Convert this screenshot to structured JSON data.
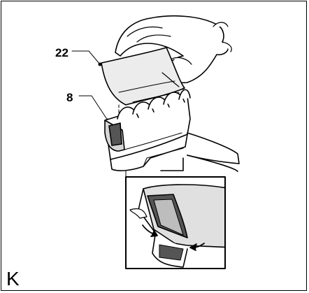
{
  "figure": {
    "panel_letter": "K",
    "callouts": [
      {
        "label": "22",
        "target": "cover"
      },
      {
        "label": "8",
        "target": "blade-guard"
      }
    ]
  },
  "colors": {
    "stroke": "#000000",
    "cover_fill": "#ececec",
    "shade": "#bdbdbd",
    "dark": "#555555"
  },
  "icons": {
    "hand": "hand-icon",
    "arrow": "arrow-icon"
  }
}
